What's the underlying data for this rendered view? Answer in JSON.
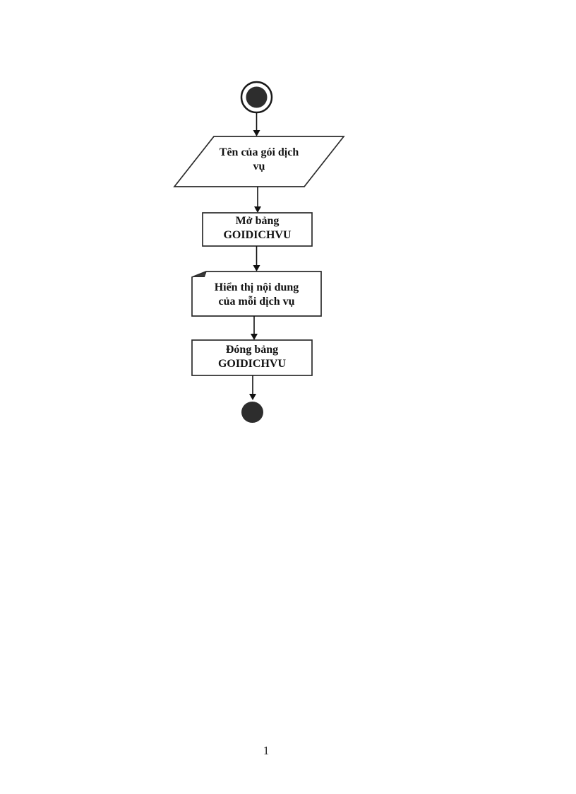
{
  "page": {
    "page_number": "1",
    "background": "#ffffff"
  },
  "diagram": {
    "type": "activity-flowchart",
    "colors": {
      "shape_stroke": "#2b2b2b",
      "shape_fill": "#ffffff",
      "connector": "#111111",
      "terminal_fill": "#2d2d2d",
      "fold_fill": "#3a3a3a",
      "text": "#111111"
    },
    "nodes": [
      {
        "shape": "start-circle"
      },
      {
        "shape": "parallelogram",
        "lines": [
          "Tên của gói dịch",
          "vụ"
        ]
      },
      {
        "shape": "rectangle",
        "lines": [
          "Mở bảng",
          "GOIDICHVU"
        ]
      },
      {
        "shape": "folded-corner-note",
        "lines": [
          "Hiển thị nội dung",
          "của mỗi dịch vụ"
        ]
      },
      {
        "shape": "rectangle",
        "lines": [
          "Đóng bảng",
          "GOIDICHVU"
        ]
      },
      {
        "shape": "end-circle"
      }
    ]
  }
}
